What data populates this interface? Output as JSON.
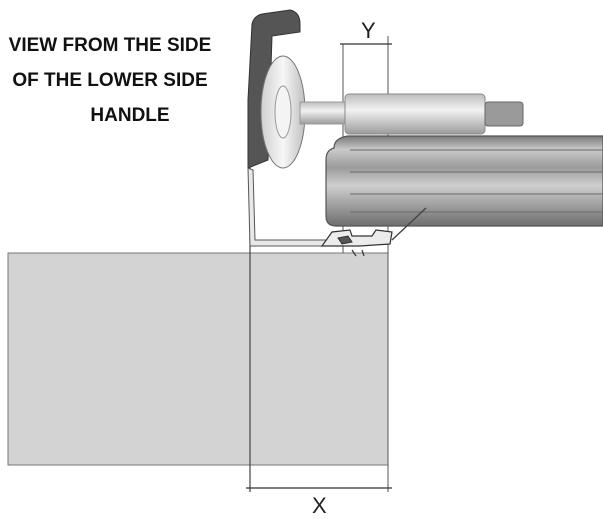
{
  "caption": {
    "line1": "VIEW FROM THE SIDE",
    "line2": "OF THE LOWER SIDE",
    "line3": "HANDLE"
  },
  "dimensions": {
    "y_label": "Y",
    "x_label": "X"
  },
  "colors": {
    "panel_fill": "#d3d3d3",
    "panel_stroke": "#777777",
    "housing_dark": "#555555",
    "wheel_light": "#e6e6e6",
    "rail_gray": "#9a9a9a",
    "line": "#333333"
  }
}
